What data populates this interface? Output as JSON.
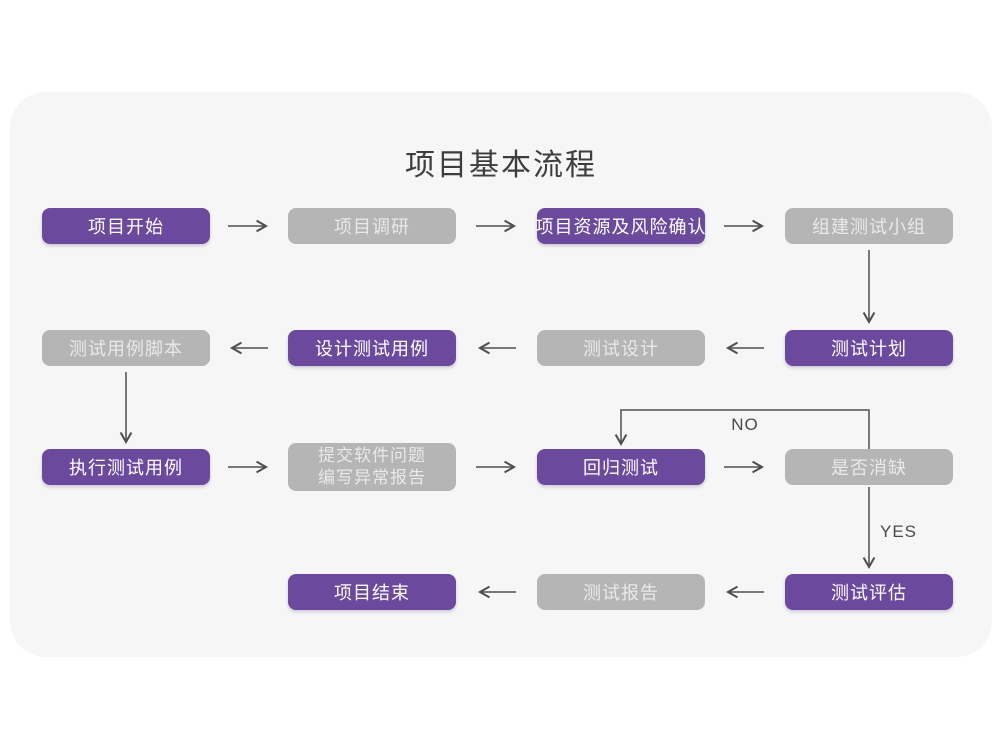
{
  "title": "项目基本流程",
  "colors": {
    "accent_purple": "#6b4a9e",
    "inactive_gray": "#b5b5b5",
    "card_background": "#f6f6f7",
    "arrow": "#4f4f4f"
  },
  "nodes": {
    "start": {
      "label": "项目开始"
    },
    "research": {
      "label": "项目调研"
    },
    "risk": {
      "label": "项目资源及风险确认"
    },
    "team": {
      "label": "组建测试小组"
    },
    "scripts": {
      "label": "测试用例脚本"
    },
    "design_cases": {
      "label": "设计测试用例"
    },
    "test_design": {
      "label": "测试设计"
    },
    "plan": {
      "label": "测试计划"
    },
    "execute": {
      "label": "执行测试用例"
    },
    "submit": {
      "line1": "提交软件问题",
      "line2": "编写异常报告"
    },
    "regression": {
      "label": "回归测试"
    },
    "defect_check": {
      "label": "是否消缺"
    },
    "end": {
      "label": "项目结束"
    },
    "report": {
      "label": "测试报告"
    },
    "evaluate": {
      "label": "测试评估"
    }
  },
  "edge_labels": {
    "no": "NO",
    "yes": "YES"
  }
}
